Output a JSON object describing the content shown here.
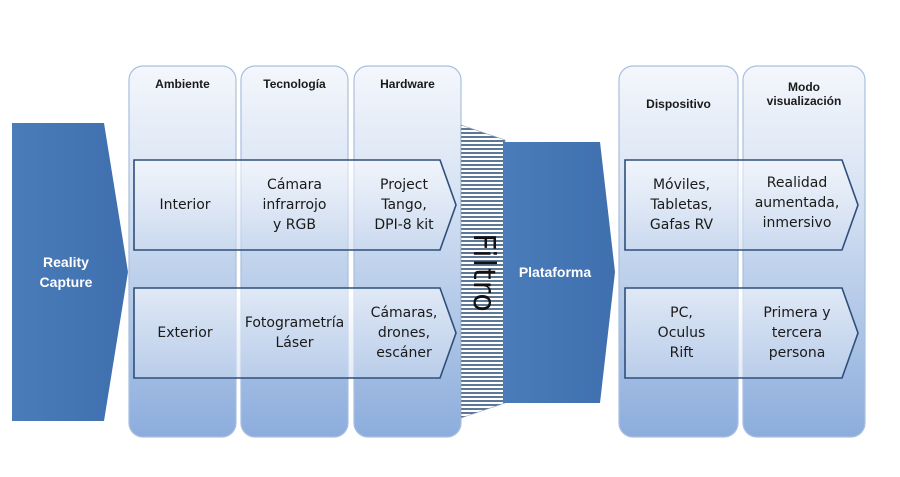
{
  "left_arrow": {
    "label_line1": "Reality",
    "label_line2": "Capture"
  },
  "capture_columns": [
    {
      "header": "Ambiente"
    },
    {
      "header": "Tecnología"
    },
    {
      "header": "Hardware"
    }
  ],
  "capture_rows": [
    {
      "ambiente": "Interior",
      "tecnologia": [
        "Cámara",
        "infrarrojo",
        "y RGB"
      ],
      "hardware": [
        "Project",
        "Tango,",
        "DPI-8 kit"
      ]
    },
    {
      "ambiente": "Exterior",
      "tecnologia": [
        "Fotogrametría",
        "Láser"
      ],
      "hardware": [
        "Cámaras,",
        "drones,",
        "escáner"
      ]
    }
  ],
  "filter": {
    "label": "Filtro"
  },
  "platform": {
    "label": "Plataforma"
  },
  "viz_columns": [
    {
      "header_line1": "Dispositivo",
      "header_line2": ""
    },
    {
      "header_line1": "Modo",
      "header_line2": "visualización"
    }
  ],
  "viz_rows": [
    {
      "dispositivo": [
        "Móviles,",
        "Tabletas,",
        "Gafas RV"
      ],
      "modo": [
        "Realidad",
        "aumentada,",
        "inmersivo"
      ]
    },
    {
      "dispositivo": [
        "PC,",
        "Oculus",
        "Rift"
      ],
      "modo": [
        "Primera y",
        "tercera",
        "persona"
      ]
    }
  ],
  "colors": {
    "arrow_blue": "#4f81bd",
    "column_light": "#dbe5f3",
    "column_dark": "#8eaede",
    "row_outline": "#2f4f7a",
    "filter_stripe": "#4f6a8a"
  }
}
